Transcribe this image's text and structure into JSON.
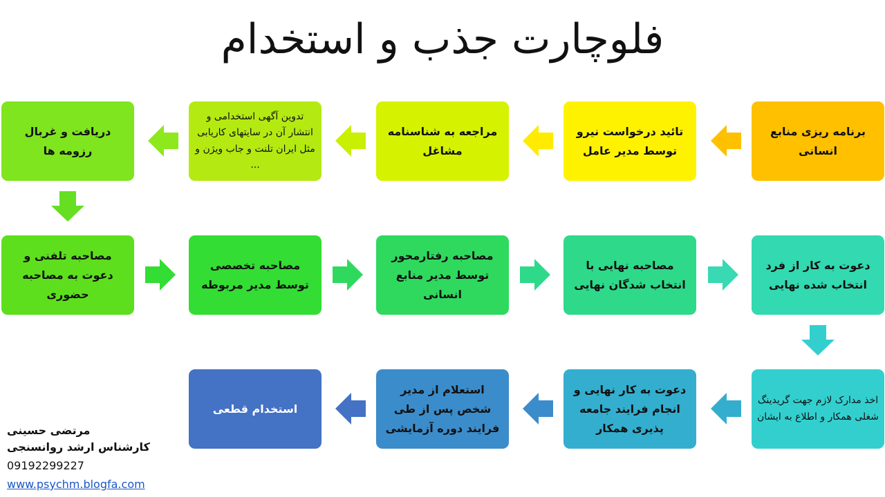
{
  "title": "فلوچارت جذب و استخدام",
  "steps": [
    {
      "text": "برنامه ریزی منابع انسانی",
      "color": "#FFC000"
    },
    {
      "text": "تائید درخواست نیرو توسط مدیر عامل",
      "color": "#FFF200"
    },
    {
      "text": "مراجعه به شناسنامه مشاغل",
      "color": "#D5F200"
    },
    {
      "text": "تدوین آگهی استخدامی و انتشار آن در سایتهای کاریابی مثل ایران تلنت و جاب ویژن و ...",
      "color": "#B4EA12"
    },
    {
      "text": "دریافت و غربال رزومه ها",
      "color": "#7FE51E"
    },
    {
      "text": "مصاحبه تلفنی و دعوت به مصاحبه حضوری",
      "color": "#5DDF1E"
    },
    {
      "text": "مصاحبه تخصصی توسط مدیر مربوطه",
      "color": "#33DD33"
    },
    {
      "text": "مصاحبه رفتارمحور توسط مدیر منابع انسانی",
      "color": "#2FD95E"
    },
    {
      "text": "مصاحبه نهایی با انتخاب شدگان نهایی",
      "color": "#2FD98A"
    },
    {
      "text": "دعوت به کار از فرد انتخاب شده نهایی",
      "color": "#33D9B0"
    },
    {
      "text": "اخذ مدارک لازم جهت گریدینگ شغلی همکار و اطلاع به ایشان",
      "color": "#33CFCF"
    },
    {
      "text": "دعوت به کار نهایی و انجام فرایند جامعه پذیری همکار",
      "color": "#33AECF"
    },
    {
      "text": "استعلام از مدیر شخص پس از طی فرایند دوره آزمایشی",
      "color": "#3B8CCB"
    },
    {
      "text": "استخدام قطعی",
      "color": "#4472C4"
    }
  ],
  "arrow_colors": [
    "#FFC000",
    "#FFEB00",
    "#C8F000",
    "#8EE81E",
    "#66DE22",
    "#33DD33",
    "#2FD95E",
    "#2FD98A",
    "#38D9B3",
    "#33CFCF",
    "#33AECF",
    "#3B8CCB",
    "#4472C4"
  ],
  "footer": {
    "name": "مرتضی حسینی",
    "role": "کارشناس ارشد روانسنجی",
    "phone": "09192299227",
    "website": "www.psychm.blogfa.com"
  }
}
